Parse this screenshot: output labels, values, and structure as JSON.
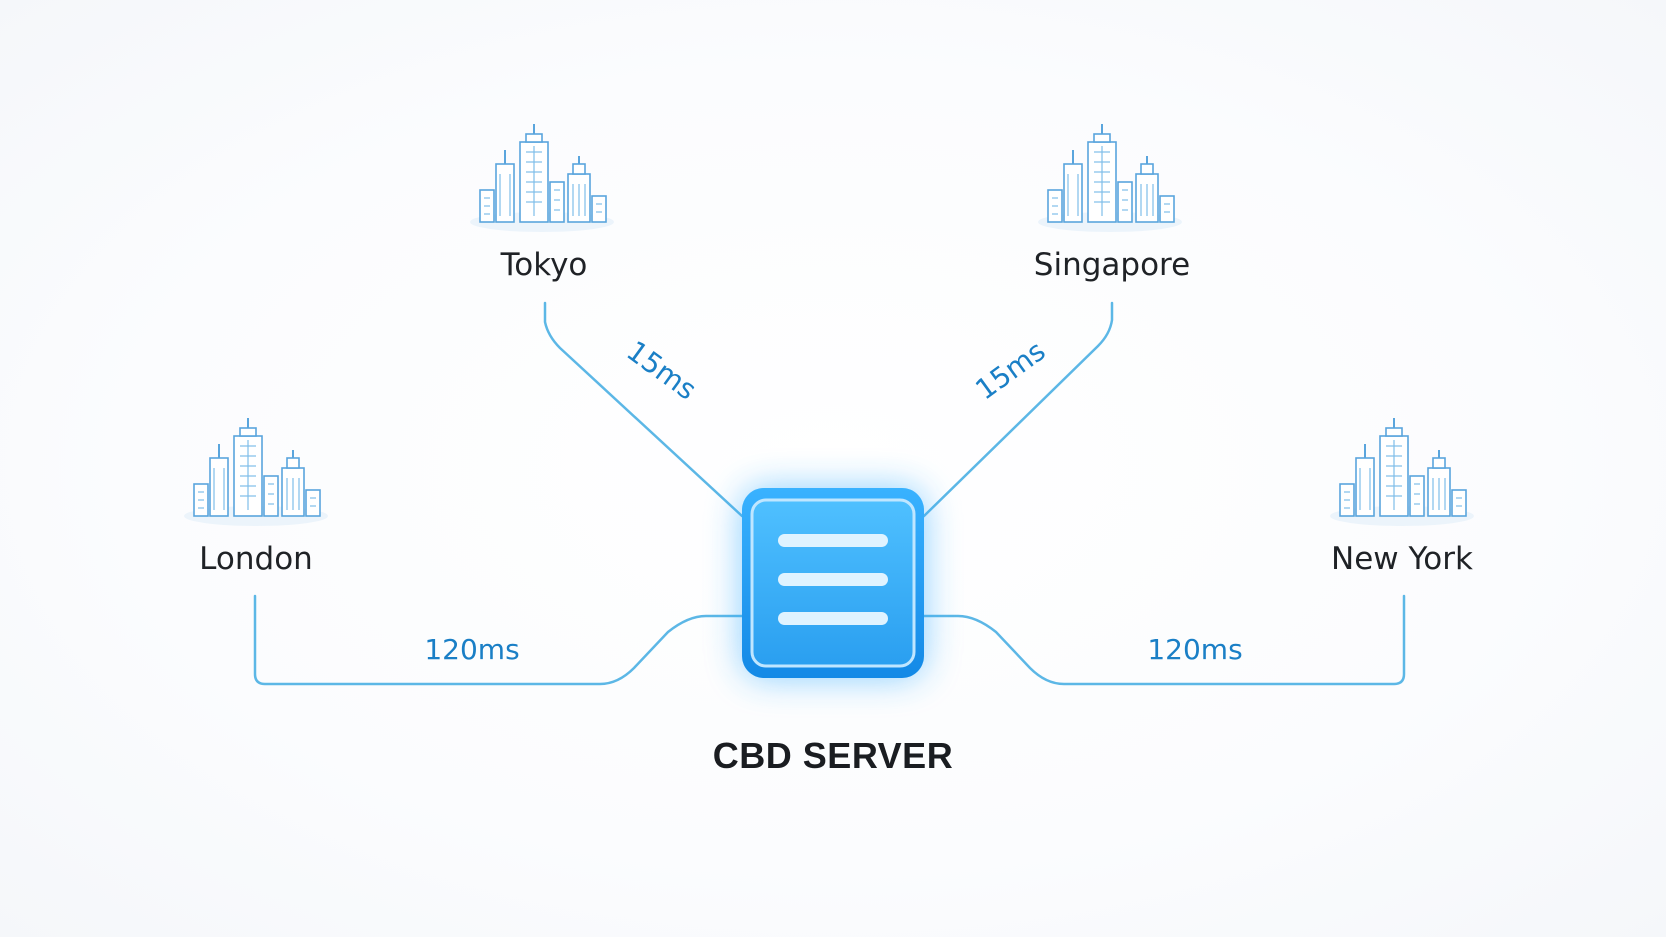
{
  "server": {
    "label": "CBD SERVER",
    "icon": "server-icon",
    "color": "#1e9cf0"
  },
  "cities": {
    "tokyo": {
      "name": "Tokyo",
      "icon": "city-skyline-icon"
    },
    "singapore": {
      "name": "Singapore",
      "icon": "city-skyline-icon"
    },
    "london": {
      "name": "London",
      "icon": "city-skyline-icon"
    },
    "new_york": {
      "name": "New York",
      "icon": "city-skyline-icon"
    }
  },
  "links": {
    "tokyo": {
      "latency": "15ms"
    },
    "singapore": {
      "latency": "15ms"
    },
    "london": {
      "latency": "120ms"
    },
    "new_york": {
      "latency": "120ms"
    }
  },
  "colors": {
    "link": "#5cb7e6",
    "latency_text": "#1a7fc6",
    "skyline": "#5aa5dd"
  }
}
